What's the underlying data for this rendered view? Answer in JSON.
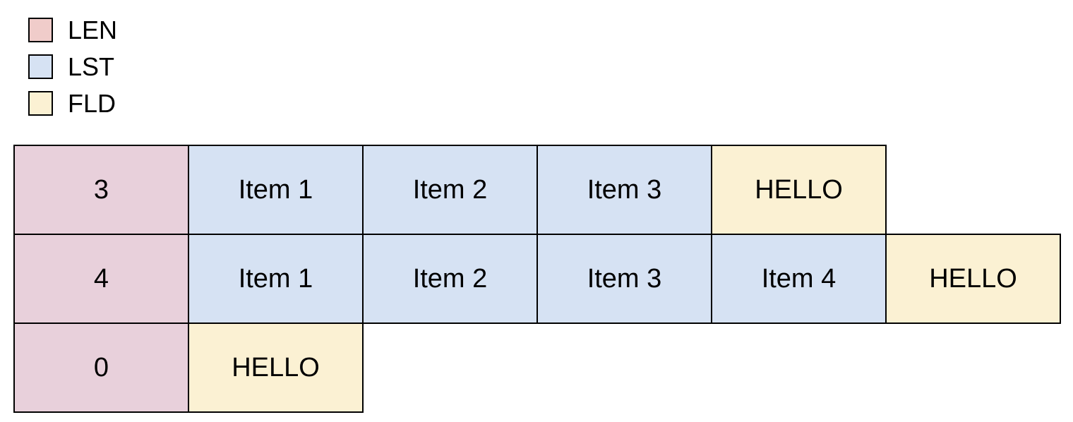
{
  "legend": {
    "items": [
      {
        "type": "len",
        "label": "LEN",
        "color": "#F0CCCA"
      },
      {
        "type": "lst",
        "label": "LST",
        "color": "#D6E2F3"
      },
      {
        "type": "fld",
        "label": "FLD",
        "color": "#FBF1D3"
      }
    ]
  },
  "colors": {
    "len": "#E8D0DB",
    "lst": "#D6E2F3",
    "fld": "#FBF1D3",
    "border": "#000000",
    "background": "#FFFFFF",
    "text": "#000000"
  },
  "table": {
    "rows": [
      {
        "cells": [
          {
            "type": "len",
            "label": "3"
          },
          {
            "type": "lst",
            "label": "Item 1"
          },
          {
            "type": "lst",
            "label": "Item 2"
          },
          {
            "type": "lst",
            "label": "Item 3"
          },
          {
            "type": "fld",
            "label": "HELLO"
          }
        ]
      },
      {
        "cells": [
          {
            "type": "len",
            "label": "4"
          },
          {
            "type": "lst",
            "label": "Item 1"
          },
          {
            "type": "lst",
            "label": "Item 2"
          },
          {
            "type": "lst",
            "label": "Item 3"
          },
          {
            "type": "lst",
            "label": "Item 4"
          },
          {
            "type": "fld",
            "label": "HELLO"
          }
        ]
      },
      {
        "cells": [
          {
            "type": "len",
            "label": "0"
          },
          {
            "type": "fld",
            "label": "HELLO"
          }
        ]
      }
    ]
  }
}
